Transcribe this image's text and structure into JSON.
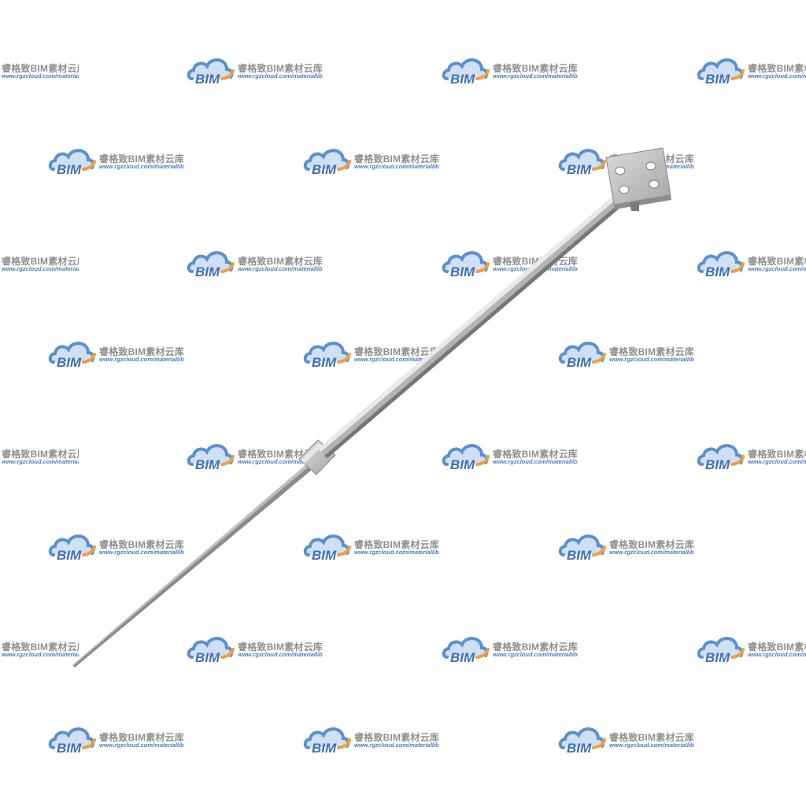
{
  "watermark": {
    "logo_text": "BIM",
    "title": "睿格致BIM素材云库",
    "url": "www.rgzcloud.com/materiallib",
    "colors": {
      "cloud_blue": "#5b8fd0",
      "arc_orange": "#f0a040",
      "text_gray": "#8f8f8f",
      "url_blue": "#4a7cc4"
    }
  },
  "object": {
    "kind": "anchor-rod-with-bracket-plate",
    "colors": {
      "metal_light": "#d7d7d7",
      "metal_mid": "#a9a9a9",
      "metal_dark": "#6e6e6e"
    }
  }
}
